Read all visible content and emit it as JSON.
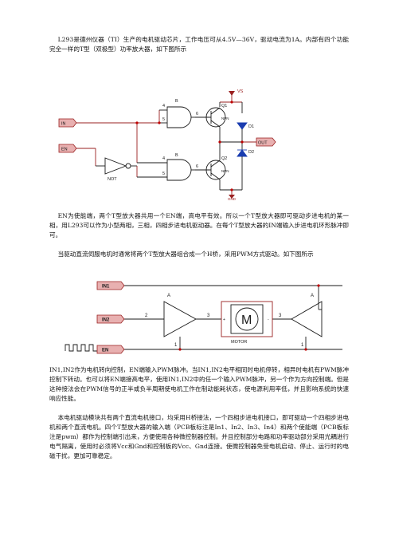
{
  "paragraphs": {
    "p1": "L293是德州仪器（TI）生产的电机驱动芯片，工作电压可从4.5V—36V，驱动电流为1A。内部有四个功能完全一样的T型（双极型）功率放大器，如下图所示",
    "p2": "EN为使能端，两个T型放大器共用一个EN端，高电平有效。所以一个T型放大器即可驱动步进电机的某一相，用L293可以作为小型两相，三相，四相步进电机驱动器。在每个T型放大器的IN端输入步进电机环形脉冲即可。",
    "p3": "当驱动直流伺服电机时通常将两个T型放大器组合成一个H桥，采用PWM方式驱动。如下图所示",
    "p4": "IN1,IN2作为电机转向控制，EN端输入PWM脉冲。当IN1,IN2电平相同时电机停转，相异时电机有PWM脉冲控制下转动。也可以将EN端接高电平，使用IN1,IN2中的任一个输入PWM脉冲，另一个作为方向控制端。但是这种接法会在PWM信号的正半或负半周期使电机工作在制动能耗状态，使电源利用率低，并且影响系统的快速响应性能。",
    "p5": "本电机驱动模块共有两个直流电机接口，均采用H桥接法，一个四相步进电机接口，即可驱动一个四相步进电机和两个直流电机。四个T型放大器的输入端（PCB板标注是In1、In2、In3、In4）和两个使能端（PCB板标注是pwm）都作为控制端引出来，方便使用各种微控制器控制。并且控制部分电路和功率驱动部分采用光耦进行电气隔离，使用时必须将Vcc和Gnd和控制板的Vcc、Gnd连接。使微控制器免受电机启动、停止、运行时的电磁干扰，更加可靠稳定。"
  },
  "diagram1": {
    "in_label": "IN",
    "en_label": "EN",
    "not_label": "NOT",
    "gate_b_top": "B",
    "gate_b_bottom": "B",
    "pin4_top": "4",
    "pin5_top": "5",
    "pin6_top": "6",
    "pin4_bottom": "4",
    "pin5_bottom": "5",
    "pin6_bottom": "6",
    "q1_label": "Q1",
    "q1_type": "NPN",
    "q2_label": "Q2",
    "q2_type": "NPN",
    "d1_label": "D1",
    "d2_label": "D2",
    "vs_label": "VS",
    "out_label": "OUT",
    "gnd_label": "GND",
    "colors": {
      "ink": "#1a1a1a",
      "wire": "#9a2020",
      "port_fill": "#e8b0b0",
      "diode": "#1a3db0",
      "junction": "#c00000"
    }
  },
  "diagram2": {
    "in1_label": "IN1",
    "in2_label": "IN2",
    "en_label": "EN",
    "amp_left_label": "A",
    "amp_right_label": "A",
    "pin2": "2",
    "pin3_left": "3",
    "pin3_right": "3",
    "pin1_left": "1",
    "pin1_right": "1",
    "motor_letter": "M",
    "motor_label": "MOTOR",
    "plus": "+",
    "minus": "-",
    "colors": {
      "ink": "#1a1a1a",
      "wire": "#9a2020",
      "port_fill": "#e8b0b0",
      "junction": "#c00000"
    }
  }
}
